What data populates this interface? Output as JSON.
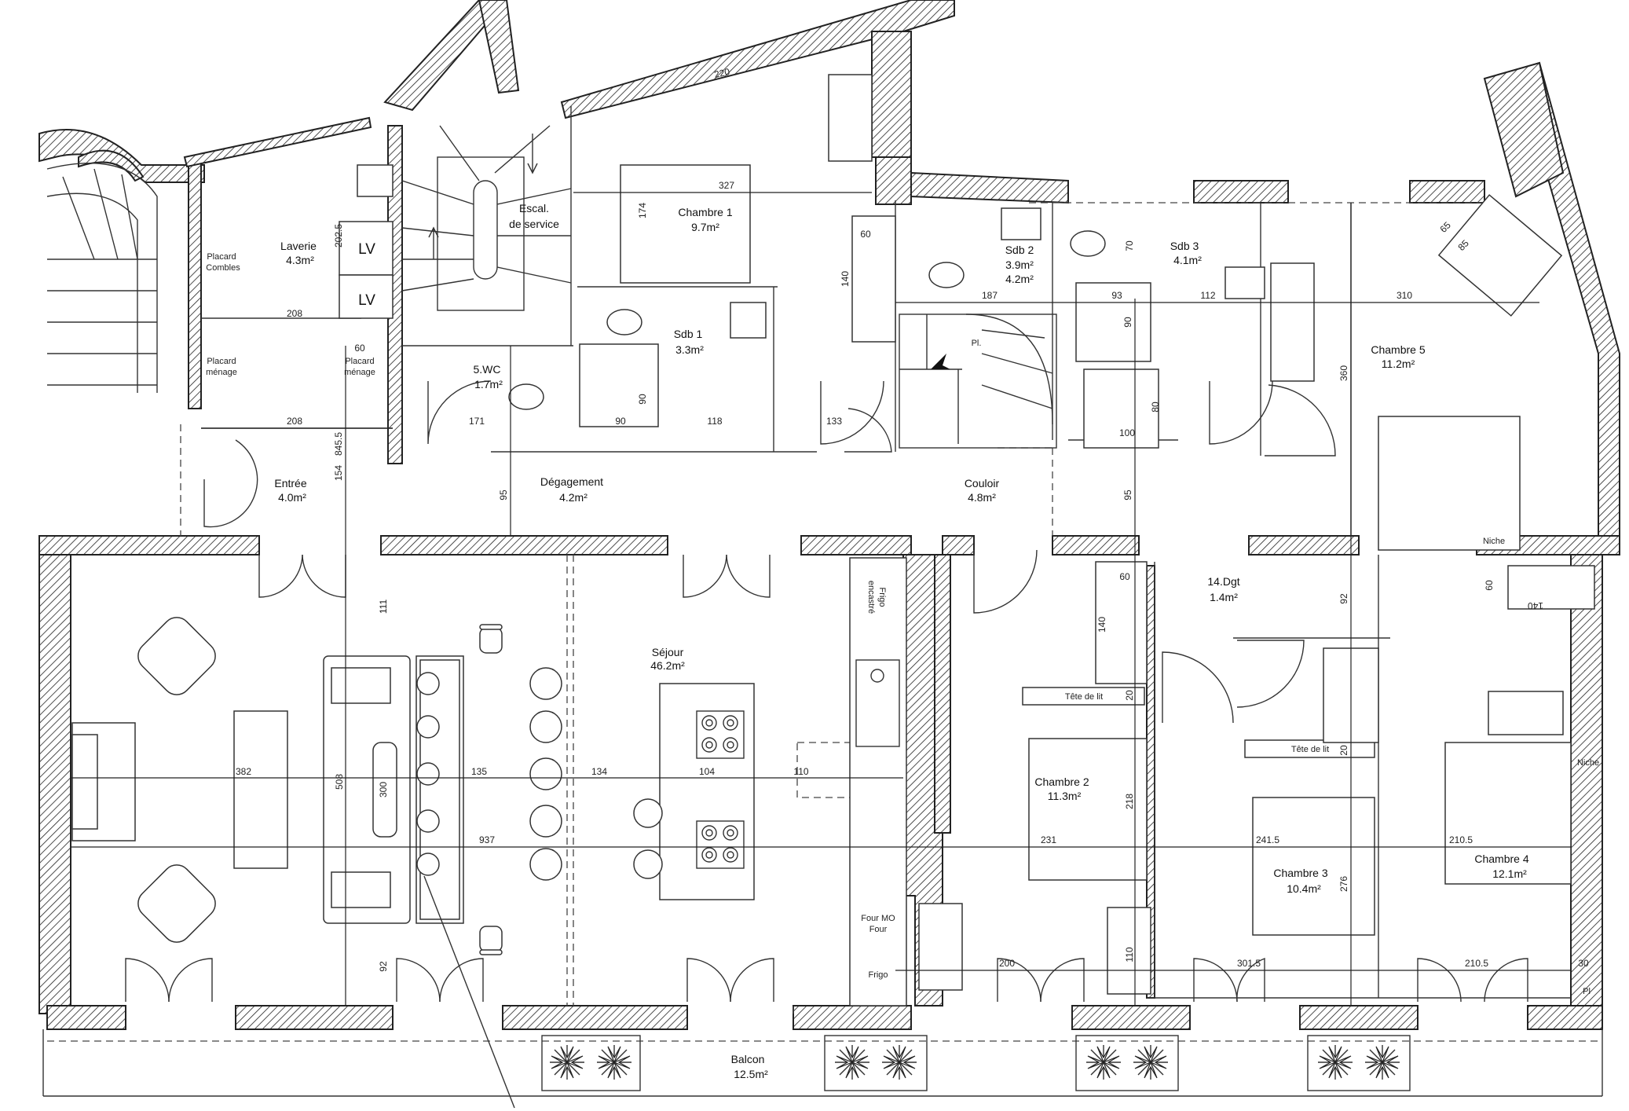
{
  "rooms": [
    {
      "name": "Laverie",
      "area": "4.3m²"
    },
    {
      "name": "Escal.",
      "area": "de service"
    },
    {
      "name": "Chambre 1",
      "area": "9.7m²"
    },
    {
      "name": "Sdb 2",
      "area": "3.9m²",
      "area2": "4.2m²"
    },
    {
      "name": "Sdb 3",
      "area": "4.1m²"
    },
    {
      "name": "Chambre 5",
      "area": "11.2m²"
    },
    {
      "name": "Sdb 1",
      "area": "3.3m²"
    },
    {
      "name": "5.WC",
      "area": "1.7m²"
    },
    {
      "name": "Entrée",
      "area": "4.0m²"
    },
    {
      "name": "Dégagement",
      "area": "4.2m²"
    },
    {
      "name": "Couloir",
      "area": "4.8m²"
    },
    {
      "name": "14.Dgt",
      "area": "1.4m²"
    },
    {
      "name": "Séjour",
      "area": "46.2m²"
    },
    {
      "name": "Chambre 2",
      "area": "11.3m²"
    },
    {
      "name": "Chambre 3",
      "area": "10.4m²"
    },
    {
      "name": "Chambre 4",
      "area": "12.1m²"
    },
    {
      "name": "Balcon",
      "area": "12.5m²"
    }
  ],
  "labels": {
    "placard_combles": [
      "Placard",
      "Combles"
    ],
    "placard_menage_1": [
      "Placard",
      "ménage"
    ],
    "placard_menage_2": [
      "Placard",
      "ménage"
    ],
    "lv1": "LV",
    "lv2": "LV",
    "pl1": "Pl.",
    "pl2": "Pl",
    "frigo_encastre": [
      "Frigo",
      "encastré"
    ],
    "four": [
      "Four MO",
      "Four"
    ],
    "frigo": "Frigo",
    "tete_de_lit_1": "Tête de lit",
    "tete_de_lit_2": "Tête de lit",
    "niche_1": "Niche",
    "niche_2": "Niche"
  },
  "dimensions": {
    "d_top": "220",
    "d_327": "327",
    "d_174": "174",
    "d_202_5": "202.5",
    "d_208a": "208",
    "d_60a": "60",
    "d_208b": "208",
    "d_171": "171",
    "d_154": "154",
    "d_845_5": "845.5",
    "d_95a": "95",
    "d_118": "118",
    "d_133": "133",
    "d_90a": "90",
    "d_90b": "90",
    "d_60b": "60",
    "d_140a": "140",
    "d_187": "187",
    "d_70": "70",
    "d_93": "93",
    "d_90c": "90",
    "d_112": "112",
    "d_310": "310",
    "d_65": "65",
    "d_85": "85",
    "d_360": "360",
    "d_80": "80",
    "d_100": "100",
    "d_95b": "95",
    "d_92a": "92",
    "d_60c": "60",
    "d_140b": "140",
    "d_20a": "20",
    "d_218": "218",
    "d_20b": "20",
    "d_60d": "60",
    "d_140c": "140",
    "d_111": "111",
    "d_382": "382",
    "d_508": "508",
    "d_300": "300",
    "d_135": "135",
    "d_134": "134",
    "d_104": "104",
    "d_110a": "110",
    "d_937": "937",
    "d_231": "231",
    "d_241_5": "241.5",
    "d_210_5a": "210.5",
    "d_276": "276",
    "d_92b": "92",
    "d_200": "200",
    "d_110b": "110",
    "d_301_5": "301.5",
    "d_210_5b": "210.5",
    "d_30": "30"
  }
}
